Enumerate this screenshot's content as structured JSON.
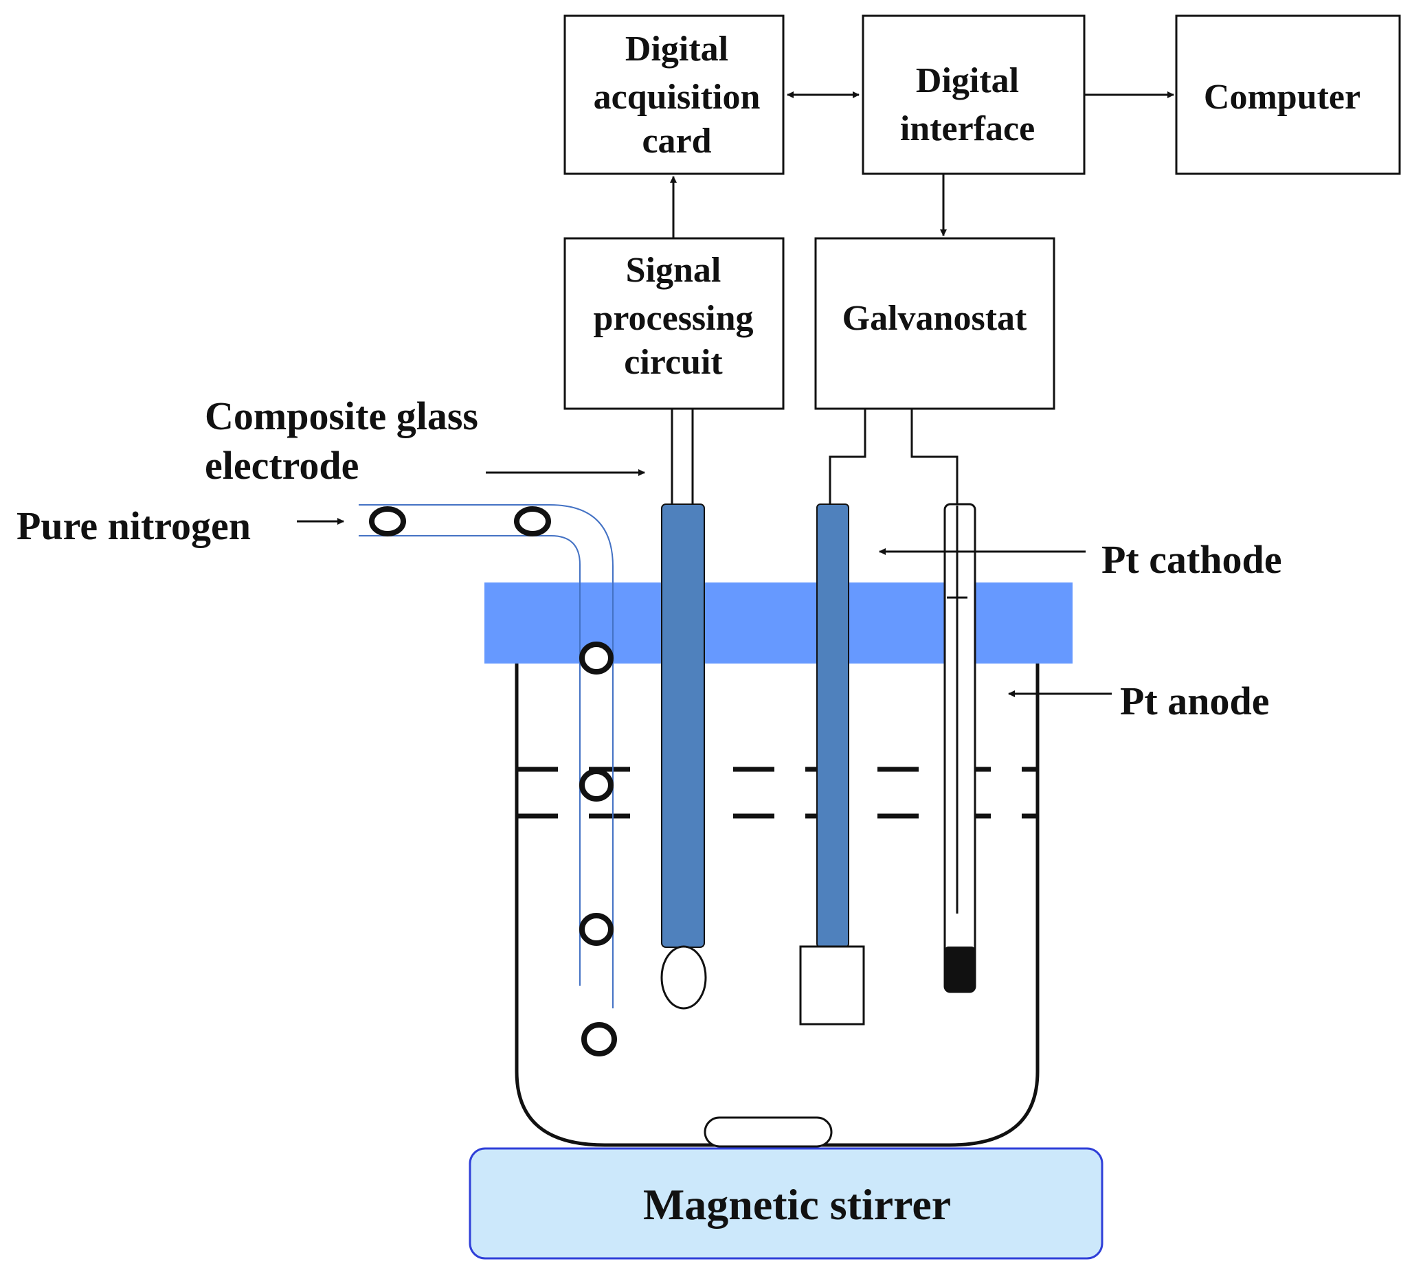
{
  "boxes": {
    "digital_acquisition_card": [
      "Digital",
      "acquisition",
      "card"
    ],
    "digital_interface": [
      "Digital",
      "interface"
    ],
    "computer": [
      "Computer"
    ],
    "signal_processing_circuit": [
      "Signal",
      "processing",
      "circuit"
    ],
    "galvanostat": [
      "Galvanostat"
    ]
  },
  "labels": {
    "composite_glass_electrode": [
      "Composite glass",
      "electrode"
    ],
    "pure_nitrogen": "Pure nitrogen",
    "pt_cathode": "Pt cathode",
    "pt_anode": "Pt anode",
    "magnetic_stirrer": "Magnetic stirrer"
  },
  "colors": {
    "lid": "#6699ff",
    "electrode": "#4f81bd",
    "gas_tube": "#4472c4",
    "stirrer_fill": "#cce8fb",
    "stirrer_border": "#2f3fd8",
    "line": "#111111"
  }
}
